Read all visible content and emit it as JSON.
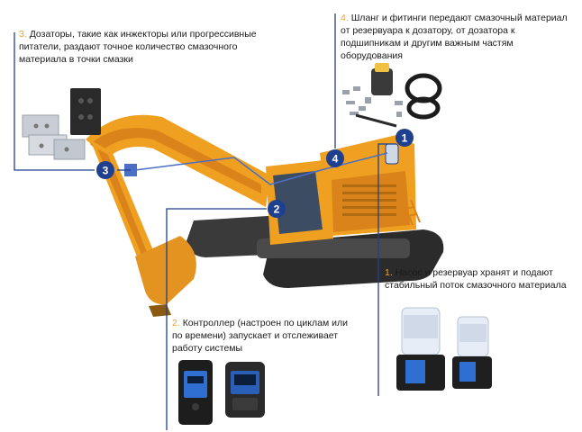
{
  "callouts": [
    {
      "marker": "1",
      "num": "1.",
      "text": "Насос и резервуар хранят и подают стабильный поток смазочного материала"
    },
    {
      "marker": "2",
      "num": "2.",
      "text": "Контроллер (настроен по циклам или по времени) запускает и отслеживает работу системы"
    },
    {
      "marker": "3",
      "num": "3.",
      "text": "Дозаторы, такие как инжекторы или прогрессивные питатели, раздают точное количество смазочного материала в точки смазки"
    },
    {
      "marker": "4",
      "num": "4.",
      "text": "Шланг и фитинги передают смазочный материал от резервуара к дозатору, от дозатора к подшипникам и другим важным частям оборудования"
    }
  ],
  "colors": {
    "line": "#1f3f8f",
    "marker": "#1f3f8f",
    "number_accent": "#e8a33c",
    "excavator_body": "#f0a020",
    "excavator_shade": "#d9831a",
    "track": "#2b2b2b"
  },
  "icons": [
    "excavator",
    "dispenser-blocks",
    "hose-fittings-kit",
    "controller-devices",
    "pump-reservoirs"
  ]
}
